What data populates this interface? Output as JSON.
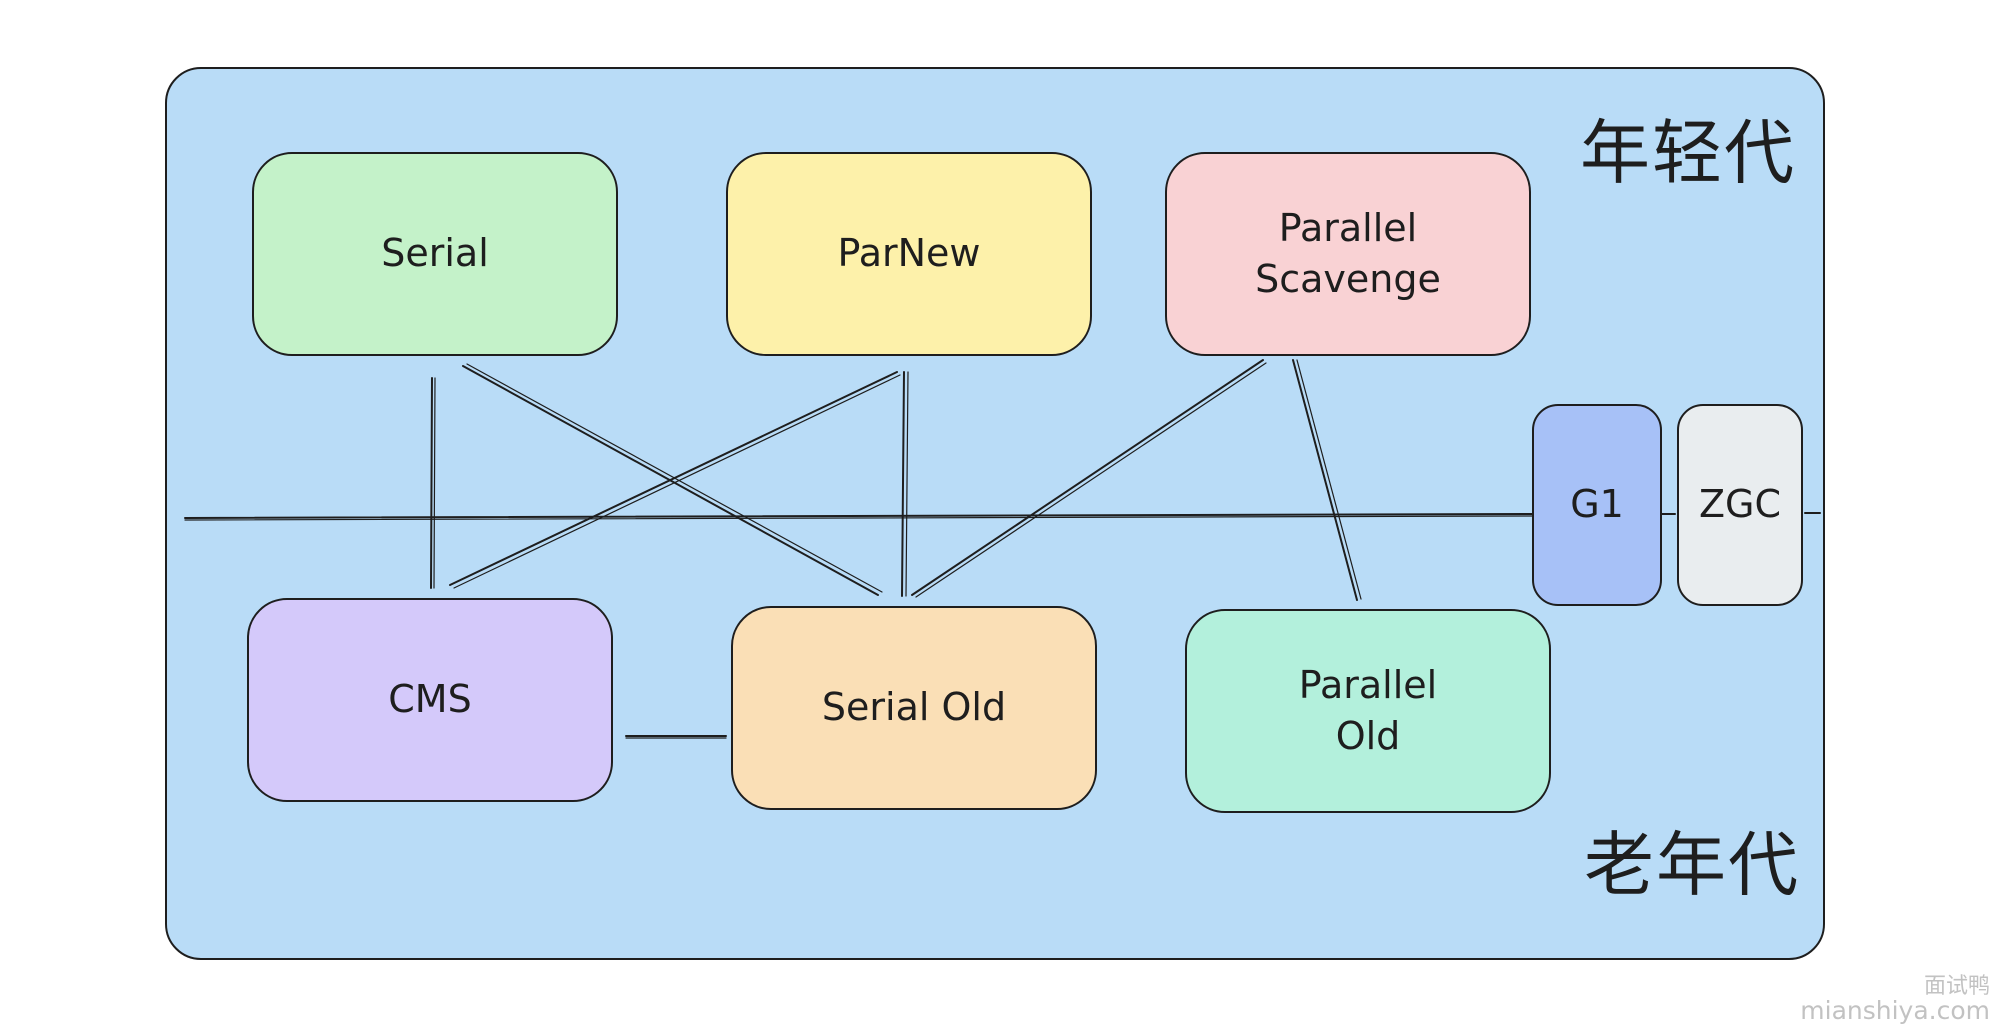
{
  "regions": {
    "young": "年轻代",
    "old": "老年代"
  },
  "nodes": {
    "serial": {
      "label": "Serial",
      "color": "#c4f2c9"
    },
    "parnew": {
      "label": "ParNew",
      "color": "#fdf1aa"
    },
    "parallel_scavenge": {
      "label": "Parallel\nScavenge",
      "color": "#f9d2d4"
    },
    "cms": {
      "label": "CMS",
      "color": "#d4c9fa"
    },
    "serial_old": {
      "label": "Serial Old",
      "color": "#fadfb6"
    },
    "parallel_old": {
      "label": "Parallel\nOld",
      "color": "#b3f0dc"
    },
    "g1": {
      "label": "G1",
      "color": "#a7c1f7"
    },
    "zgc": {
      "label": "ZGC",
      "color": "#e9edef"
    }
  },
  "connections": [
    [
      "serial",
      "cms"
    ],
    [
      "serial",
      "serial_old"
    ],
    [
      "parnew",
      "cms"
    ],
    [
      "parnew",
      "serial_old"
    ],
    [
      "parallel_scavenge",
      "serial_old"
    ],
    [
      "parallel_scavenge",
      "parallel_old"
    ],
    [
      "cms",
      "serial_old"
    ]
  ],
  "watermark": {
    "site_name": "面试鸭",
    "url": "mianshiya.com"
  }
}
